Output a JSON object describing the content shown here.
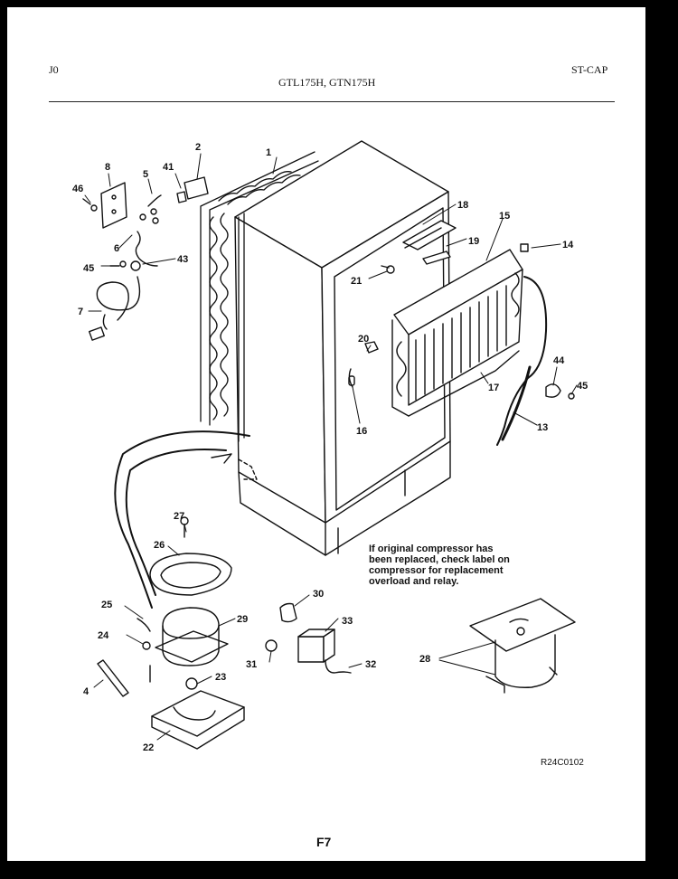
{
  "header": {
    "left_code": "J0",
    "models": "GTL175H, GTN175H",
    "right_code": "ST-CAP"
  },
  "diagram_code": "R24C0102",
  "page_label": "F7",
  "note_lines": [
    "If original compressor has",
    "been replaced, check label on",
    "compressor for replacement",
    "overload and relay."
  ],
  "labels": {
    "n1": "1",
    "n2": "2",
    "n4": "4",
    "n5": "5",
    "n6": "6",
    "n7": "7",
    "n8": "8",
    "n13": "13",
    "n14": "14",
    "n15": "15",
    "n16": "16",
    "n17": "17",
    "n18": "18",
    "n19": "19",
    "n20": "20",
    "n21": "21",
    "n22": "22",
    "n23": "23",
    "n24": "24",
    "n25": "25",
    "n26": "26",
    "n27": "27",
    "n28a": "28",
    "n28b": "28",
    "n29": "29",
    "n30": "30",
    "n31": "31",
    "n32": "32",
    "n33": "33",
    "n41": "41",
    "n43": "43",
    "n44": "44",
    "n45a": "45",
    "n45b": "45",
    "n46": "46"
  }
}
